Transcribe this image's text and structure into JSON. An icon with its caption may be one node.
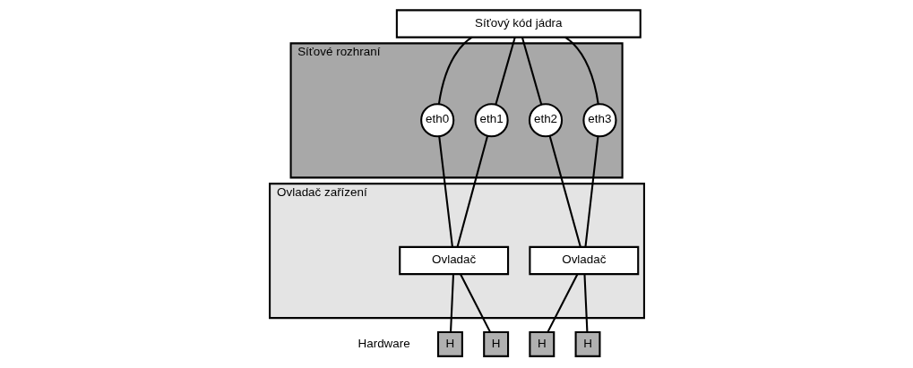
{
  "diagram": {
    "nodes": [
      {
        "text": [
          "Síťový kód jádra"
        ]
      },
      {
        "text": [
          "Síťové rozhraní"
        ]
      },
      {
        "text": [
          "eth0"
        ],
        "in": 1
      },
      {
        "text": [
          "eth1"
        ],
        "in": 1
      },
      {
        "text": [
          "eth2"
        ],
        "in": 1
      },
      {
        "text": [
          "eth3"
        ],
        "in": 1
      },
      {
        "text": [
          "Ovladač zařízení"
        ]
      },
      {
        "text": [
          "Ovladač"
        ],
        "in": 6
      },
      {
        "text": [
          "Ovladač"
        ],
        "in": 6
      },
      {
        "text": [
          "H"
        ]
      },
      {
        "text": [
          "H"
        ]
      },
      {
        "text": [
          "H"
        ]
      },
      {
        "text": [
          "H"
        ]
      }
    ],
    "edges": [
      {
        "from": 0,
        "to": 2,
        "arrow": "none"
      },
      {
        "from": 0,
        "to": 3,
        "arrow": "none"
      },
      {
        "from": 0,
        "to": 4,
        "arrow": "none"
      },
      {
        "from": 0,
        "to": 5,
        "arrow": "none"
      },
      {
        "from": 2,
        "to": 7,
        "arrow": "none"
      },
      {
        "from": 3,
        "to": 7,
        "arrow": "none"
      },
      {
        "from": 4,
        "to": 8,
        "arrow": "none"
      },
      {
        "from": 5,
        "to": 8,
        "arrow": "none"
      },
      {
        "from": 7,
        "to": 9,
        "arrow": "none"
      },
      {
        "from": 7,
        "to": 10,
        "arrow": "none"
      },
      {
        "from": 8,
        "to": 11,
        "arrow": "none"
      },
      {
        "from": 8,
        "to": 12,
        "arrow": "none"
      }
    ],
    "labels": [
      "Hardware"
    ]
  }
}
